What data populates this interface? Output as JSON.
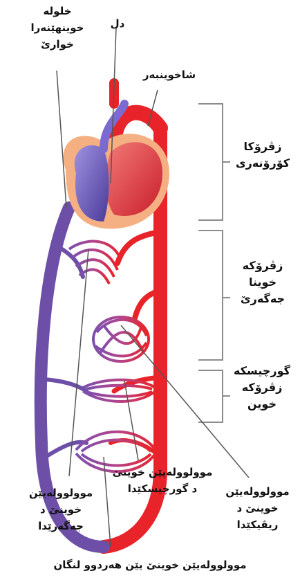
{
  "labels": {
    "lungs": [
      "خلوله",
      "خوینهێنەرا",
      "خوارێ"
    ],
    "heart": "دل",
    "aorta": "شاخوینبەر",
    "upper_body": [
      "زڤرۆکا",
      "کۆرۆنەری"
    ],
    "liver_loop": [
      "زڤرۆکه",
      "خوینا",
      "جەگەرێ"
    ],
    "kidney_loop": [
      "گورچیسکه",
      "زڤرۆکه",
      "خوین"
    ],
    "cap_liver": [
      "موولوولەیێن",
      "خوینێ د",
      "جەگەرێدا"
    ],
    "cap_kidney": [
      "موولوولەیێن خوینێ",
      "د گورچیسکێدا"
    ],
    "cap_intestine": [
      "موولوولەیێن",
      "خوینێ د",
      "ریڤیکێدا"
    ],
    "cap_between": "موولوولەیێن خوینێ یێن هەردوو لنگان"
  },
  "colors": {
    "artery": "#e8242a",
    "vein": "#6e4fa8",
    "heart_bg": "#f4b083",
    "bracket": "#8c8c8c",
    "leader": "#555555"
  }
}
